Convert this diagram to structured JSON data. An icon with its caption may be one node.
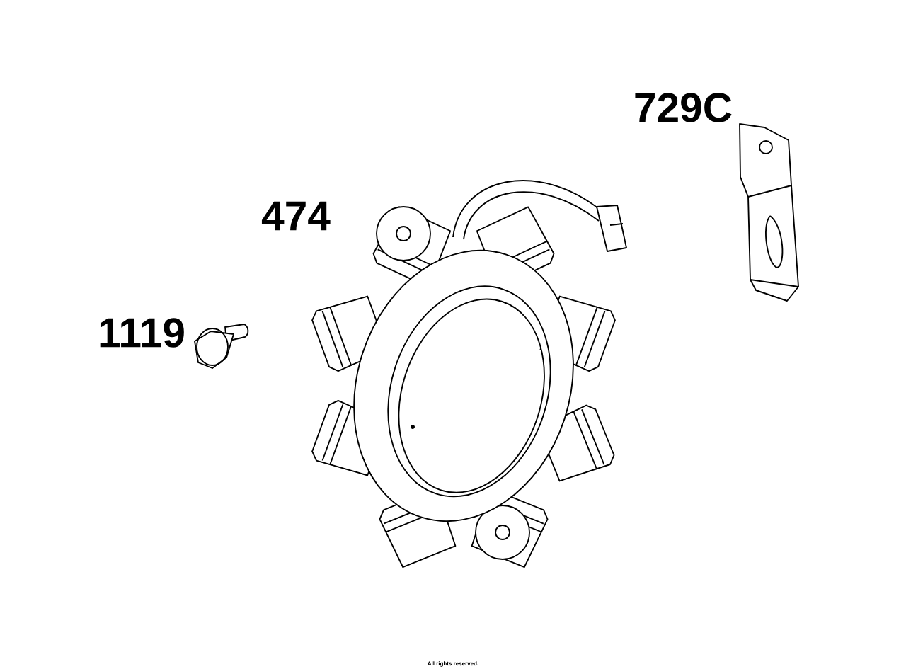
{
  "diagram": {
    "labels": [
      "729C",
      "474",
      "1119",
      "All rights reserved."
    ]
  }
}
